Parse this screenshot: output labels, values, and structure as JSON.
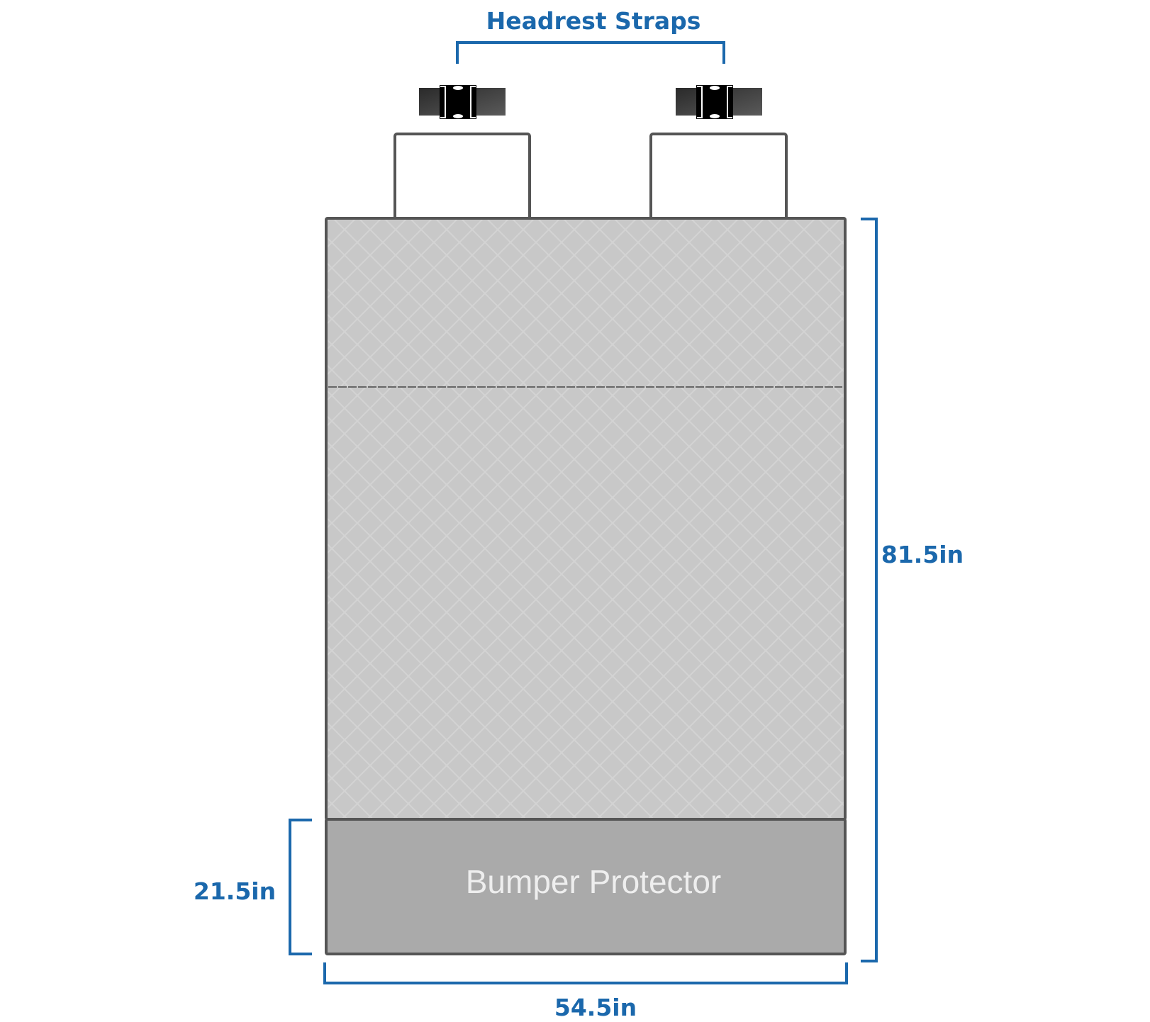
{
  "title": "Headrest Straps",
  "labels": {
    "height": "81.5in",
    "bumper_height": "21.5in",
    "width": "54.5in",
    "bumper": "Bumper Protector"
  },
  "colors": {
    "accent": "#1b68ac",
    "cover": "#c8c8c8",
    "bumper": "#aaaaaa",
    "outline": "#555555"
  }
}
